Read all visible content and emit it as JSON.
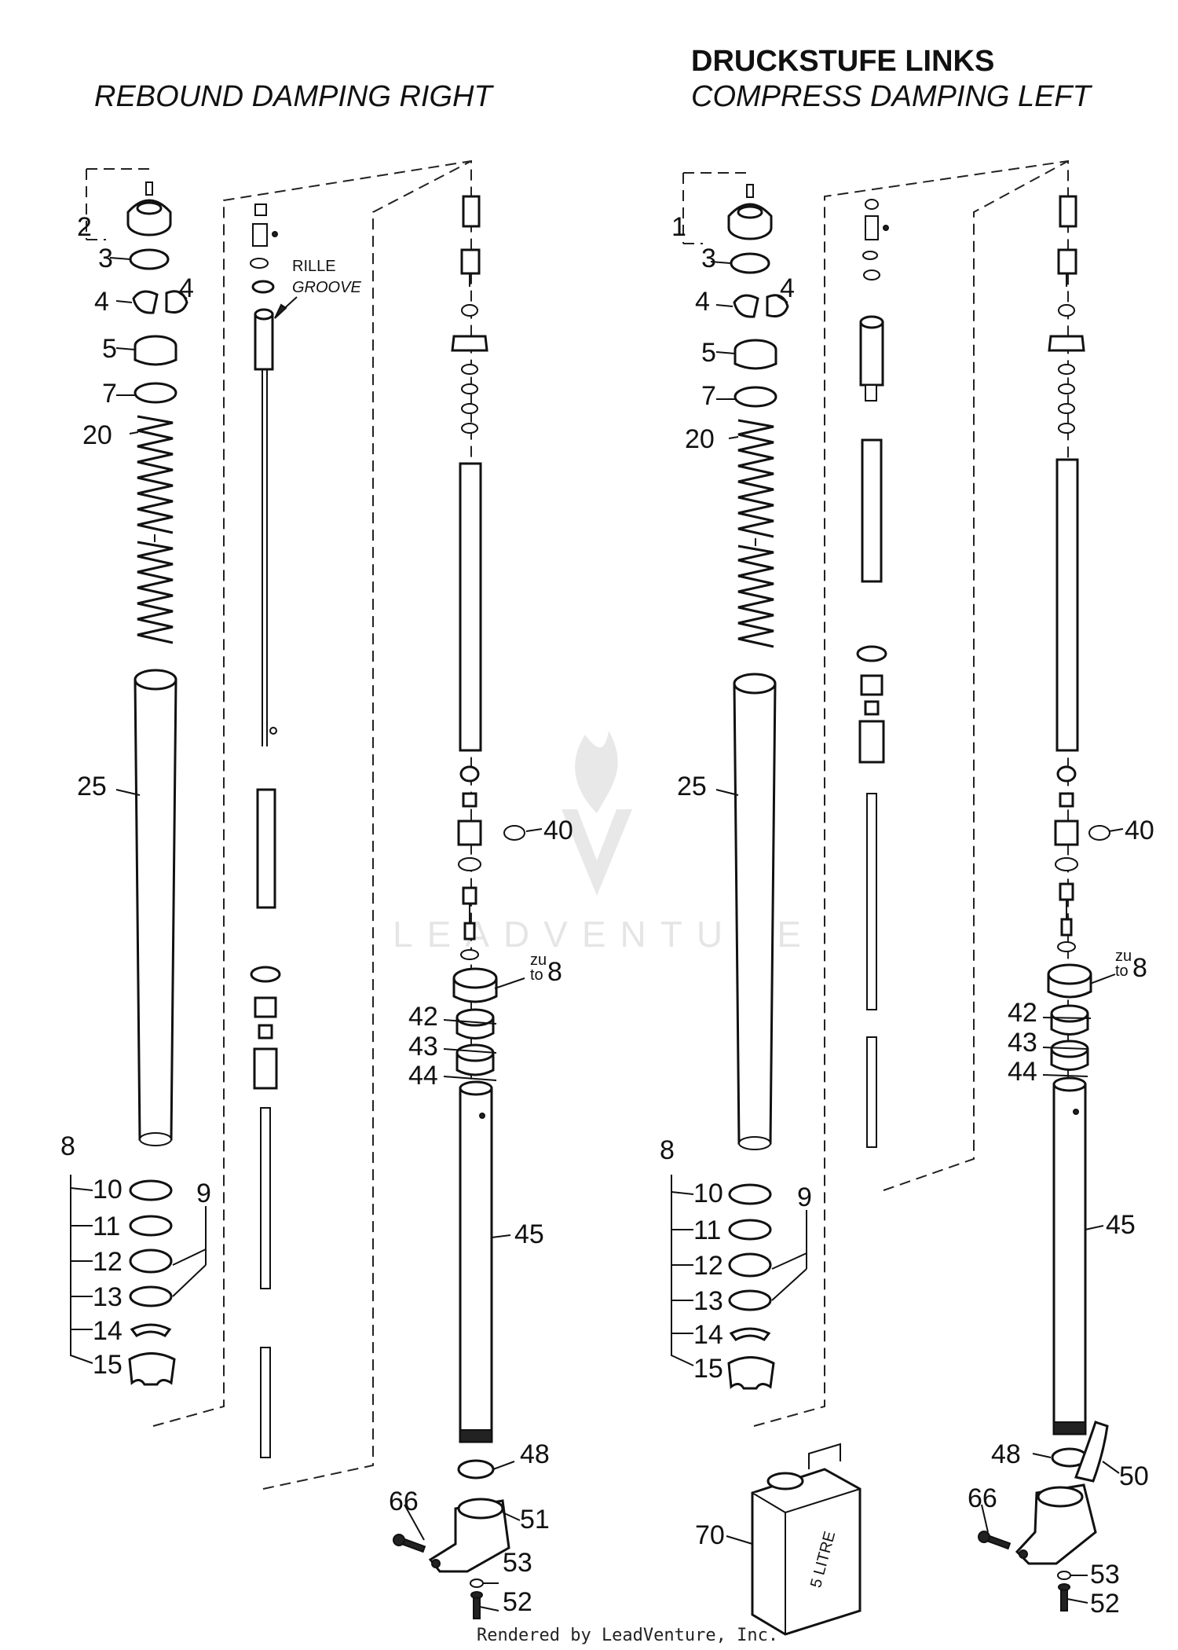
{
  "titles": {
    "right_heading": "REBOUND DAMPING RIGHT",
    "left_heading_de": "DRUCKSTUFE LINKS",
    "left_heading_en": "COMPRESS DAMPING LEFT"
  },
  "notes": {
    "rille": "RILLE",
    "groove": "GROOVE",
    "zu": "zu",
    "to": "to"
  },
  "callouts_right": [
    "2",
    "3",
    "4",
    "4",
    "5",
    "7",
    "20",
    "25",
    "8",
    "10",
    "11",
    "12",
    "13",
    "14",
    "15",
    "9",
    "40",
    "8",
    "42",
    "43",
    "44",
    "45",
    "48",
    "66",
    "51",
    "53",
    "52"
  ],
  "callouts_left": [
    "1",
    "3",
    "4",
    "4",
    "5",
    "7",
    "20",
    "25",
    "8",
    "10",
    "11",
    "12",
    "13",
    "14",
    "15",
    "9",
    "40",
    "8",
    "42",
    "43",
    "44",
    "45",
    "70",
    "48",
    "50",
    "66",
    "53",
    "52"
  ],
  "watermark": "LEADVENTURE",
  "footer": "Rendered by LeadVenture, Inc.",
  "oil_can_label": "5 LITRE"
}
